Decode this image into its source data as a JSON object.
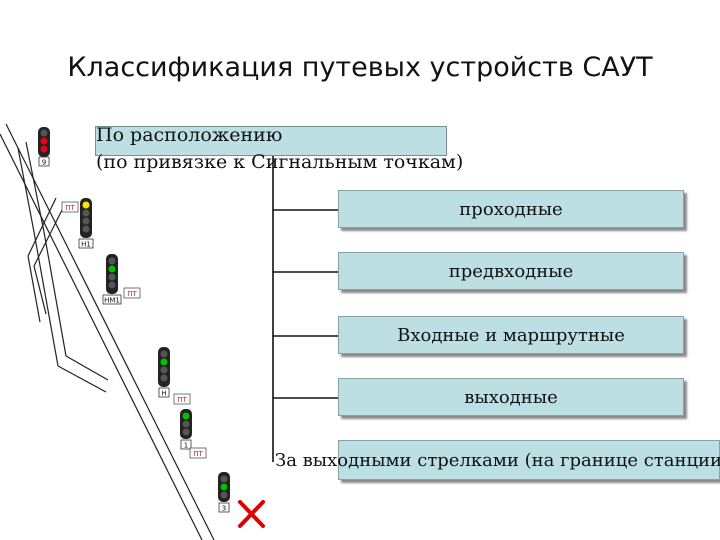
{
  "title": "Классификация путевых устройств САУТ",
  "root": {
    "line1": "По расположению",
    "line2": "(по привязке к Сигнальным точкам)"
  },
  "categories": [
    "проходные",
    "предвходные",
    "Входные и маршрутные",
    "выходные",
    "За выходными стрелками (на границе станции)"
  ],
  "signal_labels": [
    "9",
    "ПТ",
    "Н1",
    "НМ1",
    "ПТ",
    "Н",
    "ПТ",
    "1",
    "ПТ",
    "3"
  ],
  "colors": {
    "box_fill": "#bcdfe4",
    "lamp_red": "#e8001c",
    "lamp_yellow": "#ffe400",
    "lamp_green": "#00c000",
    "cross_red": "#e00000"
  }
}
